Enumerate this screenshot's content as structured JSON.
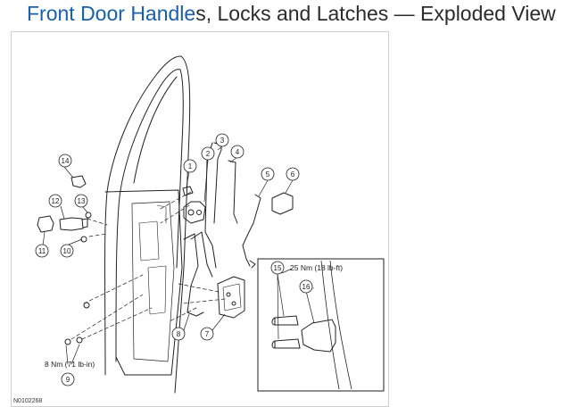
{
  "title": {
    "link_text": "Front Door Handle",
    "rest_text": "s, Locks and Latches — Exploded View"
  },
  "diagram": {
    "figure_id": "N0102268",
    "torque_upper": "25 Nm (18 lb-ft)",
    "torque_lower": "8 Nm (71 lb-in)",
    "callouts": {
      "c1": "1",
      "c2": "2",
      "c3": "3",
      "c4": "4",
      "c5": "5",
      "c6": "6",
      "c7": "7",
      "c8": "8",
      "c9": "9",
      "c10": "10",
      "c11": "11",
      "c12": "12",
      "c13": "13",
      "c14": "14",
      "c15": "15",
      "c16": "16"
    }
  },
  "colors": {
    "link": "#1a5fa8",
    "text": "#2b2b2b",
    "line": "#222222"
  }
}
